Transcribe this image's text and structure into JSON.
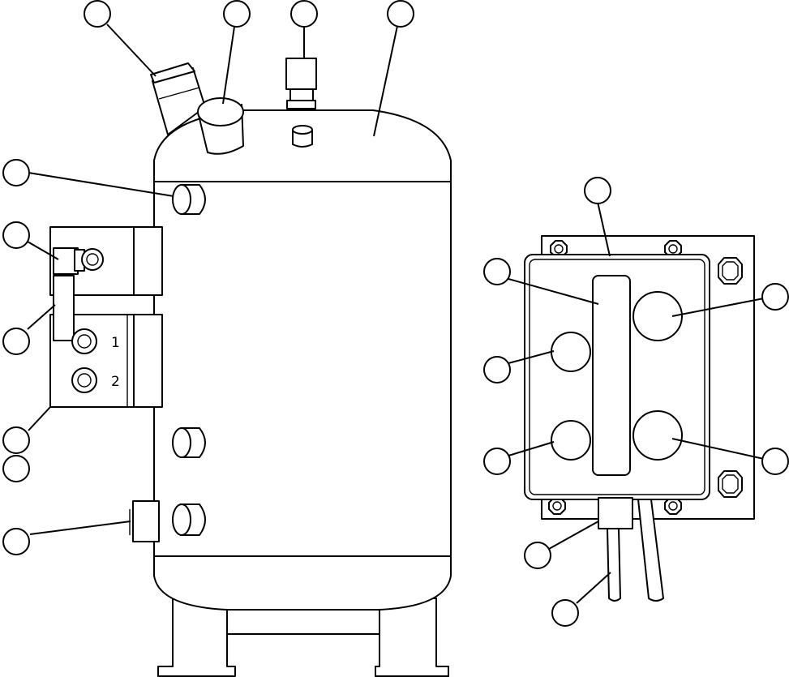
{
  "figure": {
    "type": "technical-parts-diagram",
    "background": "#ffffff",
    "line_color": "#000000"
  },
  "port_labels": [
    {
      "id": "port-1",
      "text": "1"
    },
    {
      "id": "port-2",
      "text": "2"
    }
  ],
  "callouts": [
    {
      "id": "callout-a"
    },
    {
      "id": "callout-b"
    },
    {
      "id": "callout-c"
    },
    {
      "id": "callout-d"
    },
    {
      "id": "callout-e"
    },
    {
      "id": "callout-f"
    },
    {
      "id": "callout-g"
    },
    {
      "id": "callout-h"
    },
    {
      "id": "callout-i"
    },
    {
      "id": "callout-j"
    },
    {
      "id": "callout-k"
    },
    {
      "id": "callout-l"
    },
    {
      "id": "callout-m"
    },
    {
      "id": "callout-n"
    },
    {
      "id": "callout-o"
    },
    {
      "id": "callout-p"
    },
    {
      "id": "callout-q"
    },
    {
      "id": "callout-r"
    },
    {
      "id": "callout-s"
    }
  ]
}
